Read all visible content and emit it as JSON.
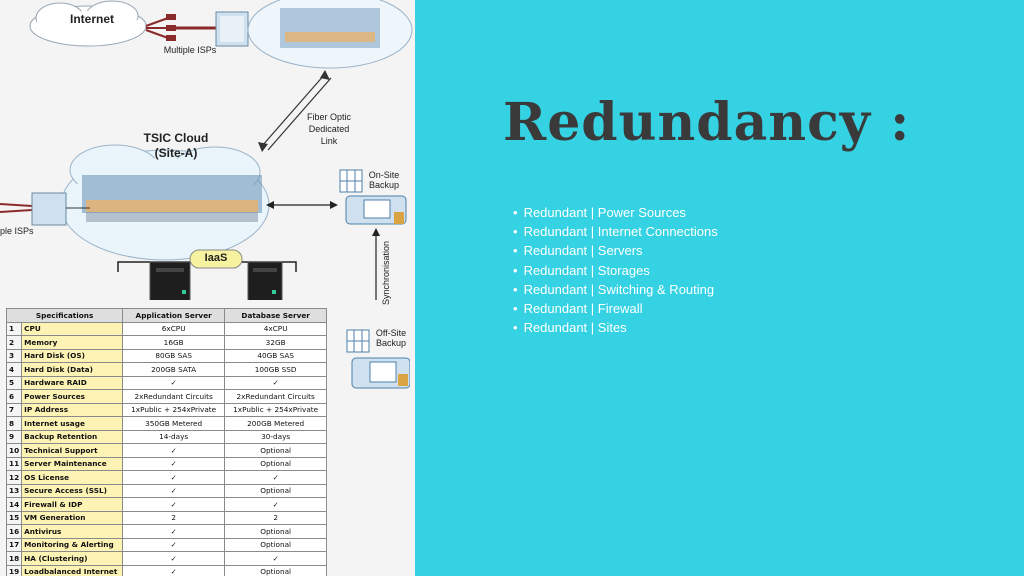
{
  "slide": {
    "title": "Redundancy :",
    "bullets": [
      "Redundant | Power Sources",
      "Redundant | Internet Connections",
      "Redundant | Servers",
      "Redundant | Storages",
      "Redundant | Switching & Routing",
      "Redundant | Firewall",
      "Redundant | Sites"
    ]
  },
  "diagram": {
    "internet_label": "Internet",
    "multiple_isps_top": "Multiple ISPs",
    "multiple_isps_left": "ple ISPs",
    "fiber_link": [
      "Fiber Optic",
      "Dedicated",
      "Link"
    ],
    "cloud_title": [
      "TSIC Cloud",
      "(Site-A)"
    ],
    "onsite_backup": [
      "On-Site",
      "Backup"
    ],
    "offsite_backup": [
      "Off-Site",
      "Backup"
    ],
    "sync_label": "Synchronisation",
    "iaas_label": "IaaS"
  },
  "table": {
    "headers": [
      "Specifications",
      "Application Server",
      "Database Server"
    ],
    "rows": [
      [
        "1",
        "CPU",
        "6xCPU",
        "4xCPU"
      ],
      [
        "2",
        "Memory",
        "16GB",
        "32GB"
      ],
      [
        "3",
        "Hard Disk (OS)",
        "80GB SAS",
        "40GB SAS"
      ],
      [
        "4",
        "Hard Disk (Data)",
        "200GB SATA",
        "100GB SSD"
      ],
      [
        "5",
        "Hardware RAID",
        "✓",
        "✓"
      ],
      [
        "6",
        "Power Sources",
        "2xRedundant Circuits",
        "2xRedundant Circuits"
      ],
      [
        "7",
        "IP Address",
        "1xPublic + 254xPrivate",
        "1xPublic + 254xPrivate"
      ],
      [
        "8",
        "Internet usage",
        "350GB Metered",
        "200GB Metered"
      ],
      [
        "9",
        "Backup Retention",
        "14-days",
        "30-days"
      ],
      [
        "10",
        "Technical Support",
        "✓",
        "Optional"
      ],
      [
        "11",
        "Server Maintenance",
        "✓",
        "Optional"
      ],
      [
        "12",
        "OS License",
        "✓",
        "✓"
      ],
      [
        "13",
        "Secure Access (SSL)",
        "✓",
        "Optional"
      ],
      [
        "14",
        "Firewall & IDP",
        "✓",
        "✓"
      ],
      [
        "15",
        "VM Generation",
        "2",
        "2"
      ],
      [
        "16",
        "Antivirus",
        "✓",
        "Optional"
      ],
      [
        "17",
        "Monitoring & Alerting",
        "✓",
        "Optional"
      ],
      [
        "18",
        "HA (Clustering)",
        "✓",
        "✓"
      ],
      [
        "19",
        "Loadbalanced Internet",
        "✓",
        "Optional"
      ]
    ]
  }
}
